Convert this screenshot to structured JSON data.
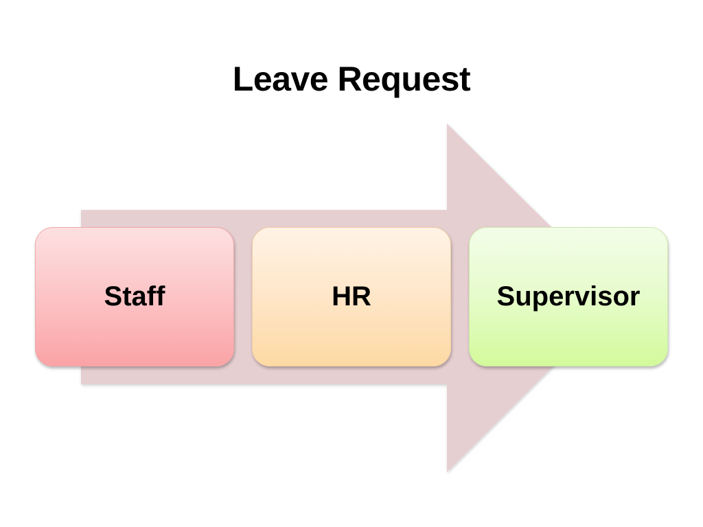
{
  "title": "Leave Request",
  "steps": [
    {
      "label": "Staff",
      "color": "#fcc4c6"
    },
    {
      "label": "HR",
      "color": "#ffe6c8"
    },
    {
      "label": "Supervisor",
      "color": "#e6fccb"
    }
  ],
  "arrow_color": "#e6cfd1"
}
